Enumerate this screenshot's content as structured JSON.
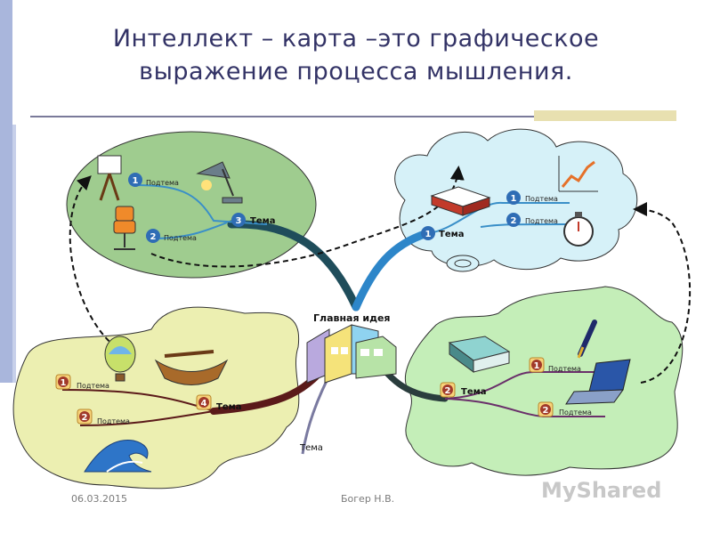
{
  "slide": {
    "title_line1": "Интеллект – карта –это графическое",
    "title_line2": "выражение процесса мышления.",
    "footer_date": "06.03.2015",
    "footer_author": "Богер Н.В.",
    "watermark": "MyShared"
  },
  "map": {
    "center": "Главная идея",
    "branches": [
      {
        "label": "Тема",
        "badge": "3",
        "subtopics": [
          {
            "badge": "1",
            "label": "Подтема"
          },
          {
            "badge": "2",
            "label": "Подтема"
          }
        ]
      },
      {
        "label": "Тема",
        "badge": "1",
        "subtopics": [
          {
            "badge": "1",
            "label": "Подтема"
          },
          {
            "badge": "2",
            "label": "Подтема"
          }
        ]
      },
      {
        "label": "Тема",
        "badge": "4",
        "subtopics": [
          {
            "badge": "1",
            "label": "Подтема"
          },
          {
            "badge": "2",
            "label": "Подтема"
          }
        ]
      },
      {
        "label": "Тема",
        "badge": "2",
        "subtopics": [
          {
            "badge": "1",
            "label": "Подтема"
          },
          {
            "badge": "2",
            "label": "Подтема"
          }
        ]
      },
      {
        "label": "Тема"
      }
    ]
  },
  "colors": {
    "title": "#333366",
    "zone_green_dark": "#9fcc8f",
    "zone_cloud": "#d6f1f8",
    "zone_yellow": "#ecefb1",
    "zone_green_light": "#c4eeb8"
  }
}
